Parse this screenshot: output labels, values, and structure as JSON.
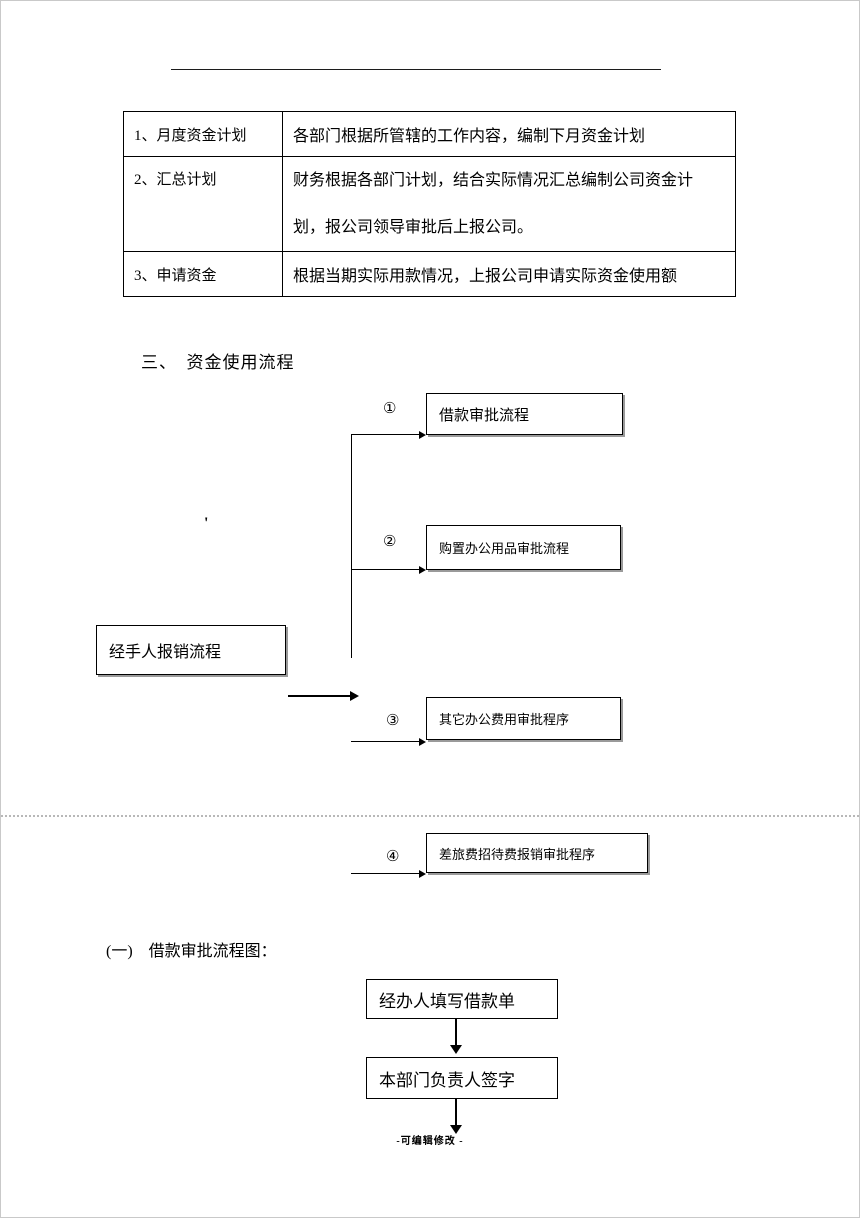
{
  "table": {
    "rows": [
      {
        "label": "1、月度资金计划",
        "content": "各部门根据所管辖的工作内容，编制下月资金计划"
      },
      {
        "label": "2、汇总计划",
        "content_lines": [
          "财务根据各部门计划，结合实际情况汇总编制公司资金计",
          "划，报公司领导审批后上报公司。"
        ]
      },
      {
        "label": "3、申请资金",
        "content": "根据当期实际用款情况，上报公司申请实际资金使用额"
      }
    ]
  },
  "section1": {
    "heading": "三、　资金使用流程"
  },
  "flowchart1": {
    "source_box": "经手人报销流程",
    "stray_mark": "'",
    "branches": [
      {
        "number": "①",
        "label": "借款审批流程"
      },
      {
        "number": "②",
        "label": "购置办公用品审批流程"
      },
      {
        "number": "③",
        "label": "其它办公费用审批程序"
      },
      {
        "number": "④",
        "label": "差旅费招待费报销审批程序"
      }
    ]
  },
  "section2": {
    "heading": "(一)　借款审批流程图："
  },
  "flowchart2": {
    "steps": [
      "经办人填写借款单",
      "本部门负责人签字"
    ]
  },
  "footer": {
    "text": "-可编辑修改 -"
  }
}
